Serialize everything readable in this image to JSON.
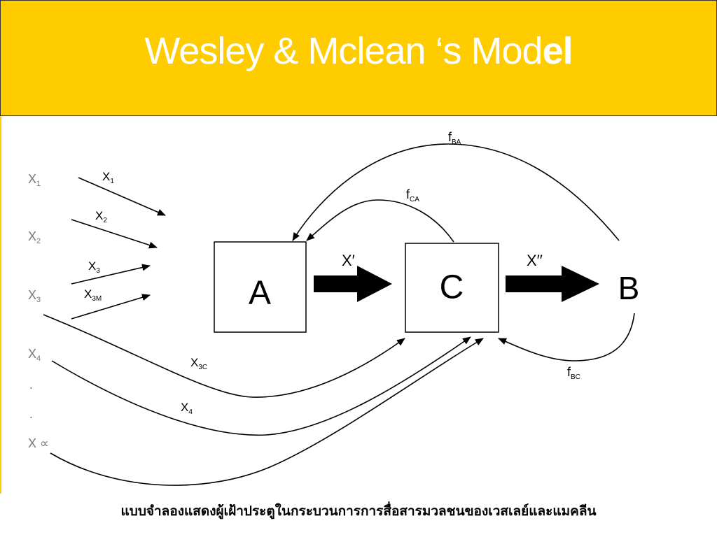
{
  "header": {
    "title_main": "Wesley & Mclean ‘s Mod",
    "title_bold": "el",
    "background": "#FFCC00",
    "title_color": "#ffffff"
  },
  "diagram": {
    "boxes": {
      "a": "A",
      "c": "C"
    },
    "receiver": "B",
    "left_sources": [
      {
        "base": "X",
        "sub": "1"
      },
      {
        "base": "X",
        "sub": "2"
      },
      {
        "base": "X",
        "sub": "3"
      },
      {
        "base": "X",
        "sub": "4"
      },
      {
        "base": "X ∝",
        "sub": ""
      }
    ],
    "dots": [
      ".",
      "."
    ],
    "arrow_labels": [
      {
        "base": "X",
        "sub": "1"
      },
      {
        "base": "X",
        "sub": "2"
      },
      {
        "base": "X",
        "sub": "3"
      },
      {
        "base": "X",
        "sub": "3M"
      },
      {
        "base": "X",
        "sub": "3C"
      },
      {
        "base": "X",
        "sub": "4"
      }
    ],
    "message_labels": {
      "x_prime": "X′",
      "x_double_prime": "X′′"
    },
    "feedback_labels": [
      {
        "base": "f",
        "sub": "BA"
      },
      {
        "base": "f",
        "sub": "CA"
      },
      {
        "base": "f",
        "sub": "BC"
      }
    ]
  },
  "caption": "แบบจำลองแสดงผู้เฝ้าประตูในกระบวนการการสื่อสารมวลชนของเวสเลย์และแมคลีน"
}
